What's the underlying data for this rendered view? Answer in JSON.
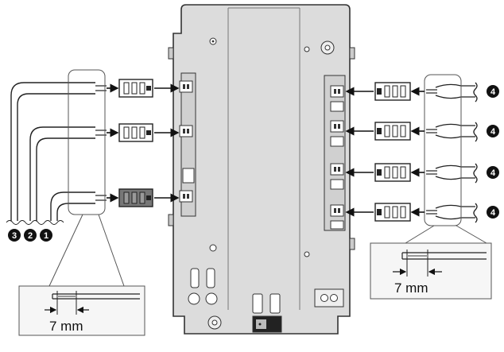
{
  "markers": {
    "left": [
      "3",
      "2",
      "1"
    ],
    "right": "4"
  },
  "strip_lengths": {
    "left": "7 mm",
    "right": "7 mm"
  },
  "colors": {
    "housing": "#dcdcdc",
    "housing_stroke": "#333333",
    "marker_fill": "#111111",
    "marker_text": "#ffffff",
    "dark_connector": "#777777",
    "callout_fill": "#f6f6f6"
  }
}
